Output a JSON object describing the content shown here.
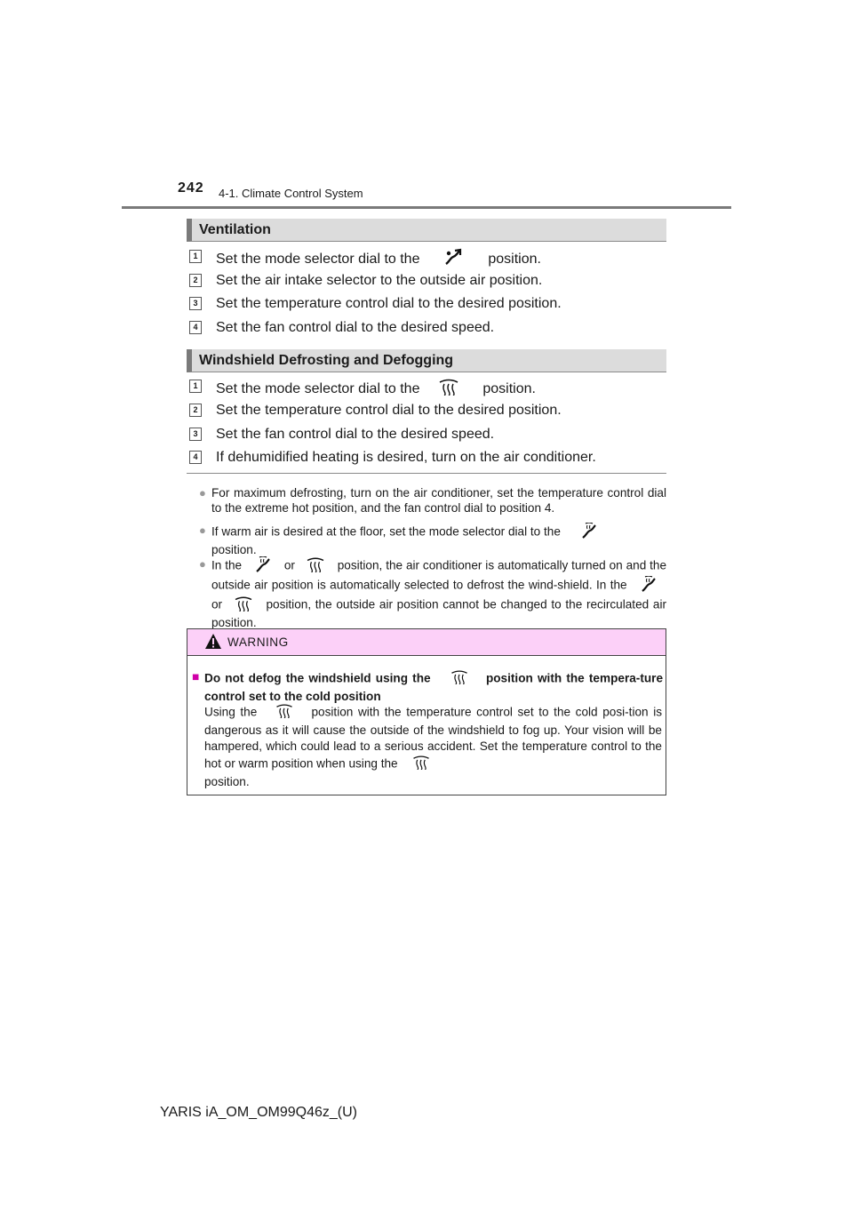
{
  "header": {
    "page_number": "242",
    "section_ref": "4-1. Climate Control System"
  },
  "ventilation": {
    "title": "Ventilation",
    "steps": [
      {
        "num": "1",
        "pre": "Set the mode selector dial to the ",
        "icon": "face-airflow-icon",
        "post": " position."
      },
      {
        "num": "2",
        "text": "Set the air intake selector to the outside air position."
      },
      {
        "num": "3",
        "text": "Set the temperature control dial to the desired position."
      },
      {
        "num": "4",
        "text": "Set the fan control dial to the desired speed."
      }
    ]
  },
  "defrosting": {
    "title": "Windshield Defrosting and Defogging",
    "steps": [
      {
        "num": "1",
        "pre": "Set the mode selector dial to the ",
        "icon": "windshield-defrost-icon",
        "post": " position."
      },
      {
        "num": "2",
        "text": "Set the temperature control dial to the desired position."
      },
      {
        "num": "3",
        "text": "Set the fan control dial to the desired speed."
      },
      {
        "num": "4",
        "text": "If dehumidified heating is desired, turn on the air conditioner."
      }
    ]
  },
  "notes": {
    "n1": "For maximum defrosting, turn on the air conditioner, set the temperature control dial to the extreme hot position, and the fan control dial to position 4.",
    "n2_a": "If warm air is desired at the floor, set the mode selector dial to the",
    "n2_b": "position.",
    "n3_a": "In the",
    "n3_or1": "or",
    "n3_b": "position, the air conditioner is automatically turned on and the outside air position is automatically selected to defrost the wind-shield. In the",
    "n3_or2": "or",
    "n3_c": "position, the outside air position cannot be changed to the recirculated air position."
  },
  "warning": {
    "label": "WARNING",
    "heading_a": "Do not defog the windshield using the",
    "heading_b": "position with the tempera-ture control set to the cold position",
    "body_a": "Using the",
    "body_b": "position with the temperature control set to the cold posi-tion is dangerous as it will cause the outside of the windshield to fog up. Your vision will be hampered, which could lead to a serious accident. Set the temperature control to the hot or warm position when using the",
    "body_c": "position."
  },
  "footer": {
    "doc_id": "YARIS iA_OM_OM99Q46z_(U)"
  },
  "colors": {
    "rule": "#7a7a7a",
    "section_bg": "#dcdcdc",
    "warning_bg": "#fcd0f8",
    "warning_square": "#d000a8"
  }
}
